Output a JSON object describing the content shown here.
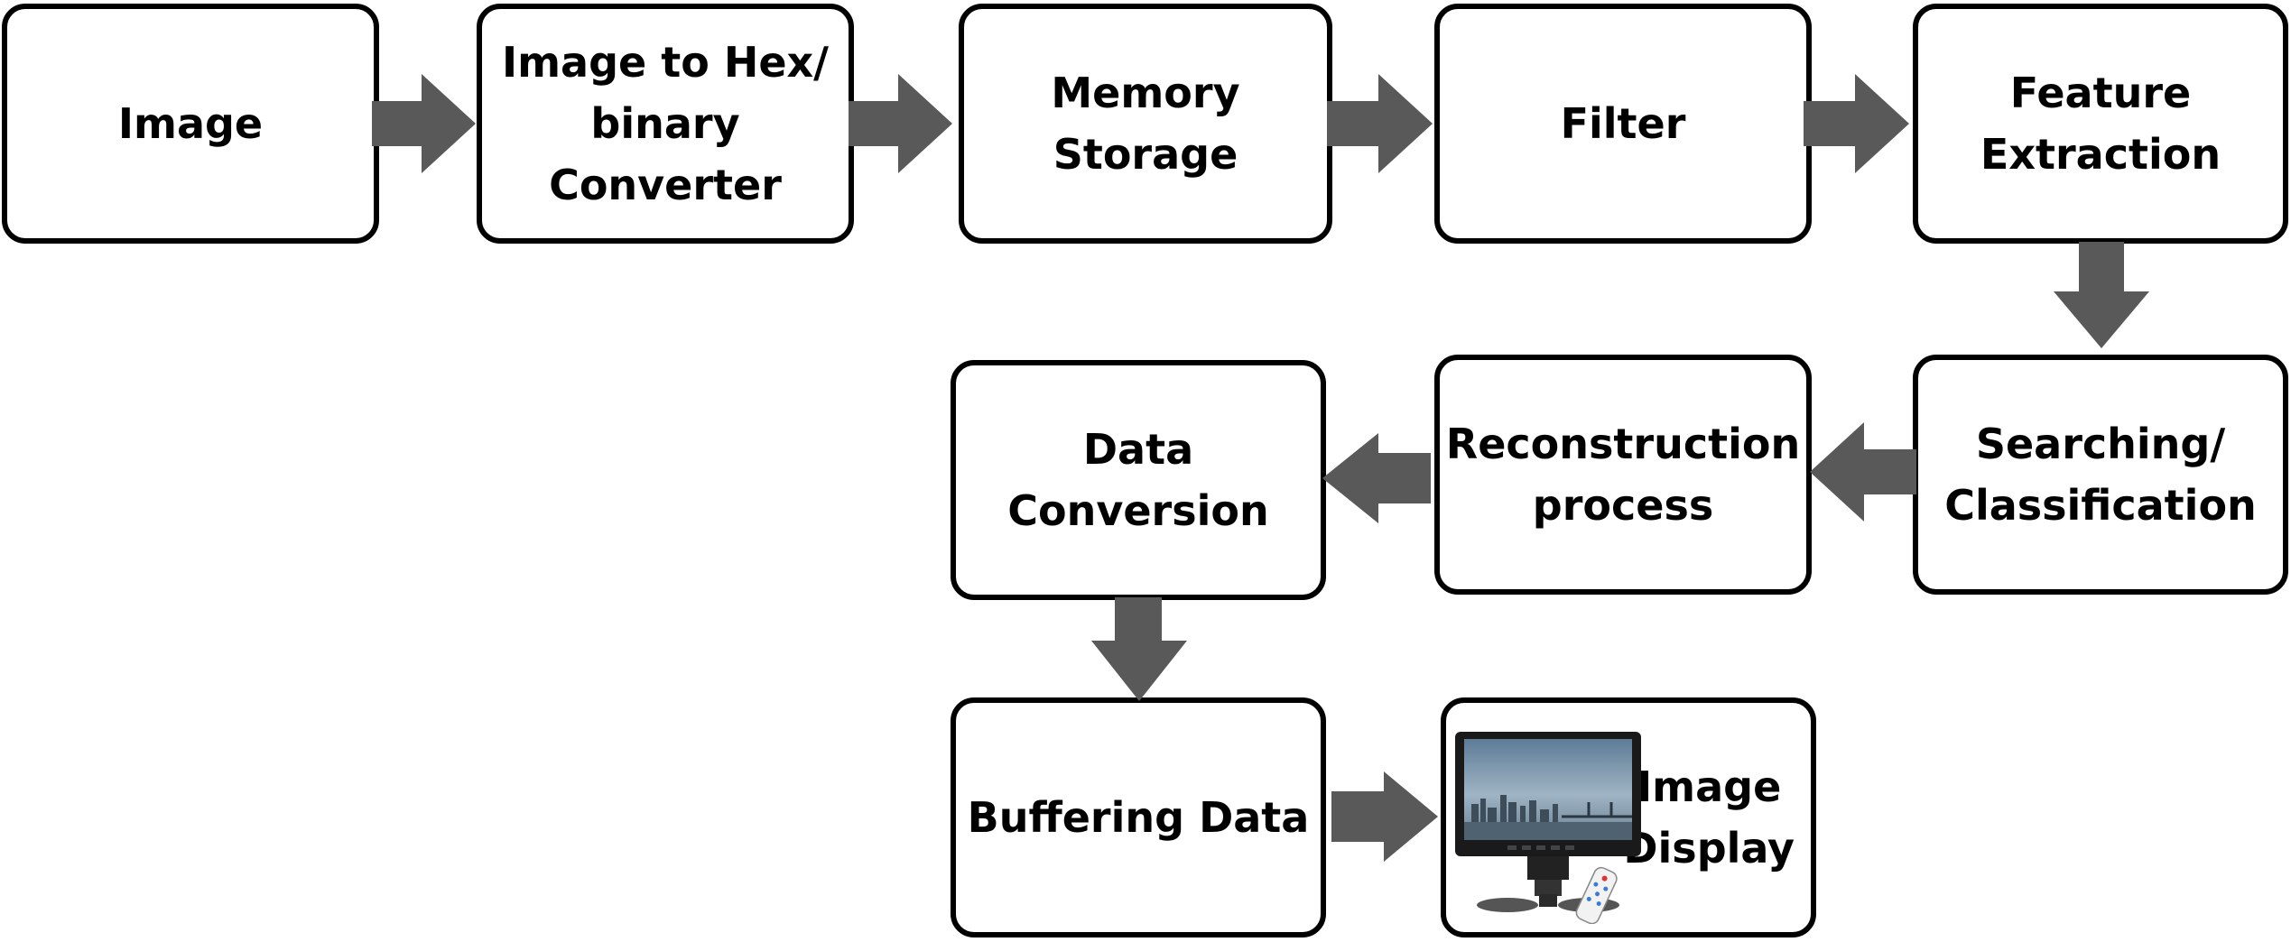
{
  "diagram": {
    "nodes": [
      {
        "id": "image",
        "label": "Image"
      },
      {
        "id": "converter",
        "label": "Image to Hex/\nbinary\nConverter"
      },
      {
        "id": "memory",
        "label": "Memory\nStorage"
      },
      {
        "id": "filter",
        "label": "Filter"
      },
      {
        "id": "feature",
        "label": "Feature\nExtraction"
      },
      {
        "id": "searching",
        "label": "Searching/\nClassification"
      },
      {
        "id": "reconstruction",
        "label": "Reconstruction\nprocess"
      },
      {
        "id": "data_conversion",
        "label": "Data\nConversion"
      },
      {
        "id": "buffering",
        "label": "Buffering Data"
      },
      {
        "id": "display",
        "label": "Image\nDisplay",
        "picture": "monitor-with-remote"
      }
    ],
    "edges": [
      {
        "from": "image",
        "to": "converter"
      },
      {
        "from": "converter",
        "to": "memory"
      },
      {
        "from": "memory",
        "to": "filter"
      },
      {
        "from": "filter",
        "to": "feature"
      },
      {
        "from": "feature",
        "to": "searching"
      },
      {
        "from": "searching",
        "to": "reconstruction"
      },
      {
        "from": "reconstruction",
        "to": "data_conversion"
      },
      {
        "from": "data_conversion",
        "to": "buffering"
      },
      {
        "from": "buffering",
        "to": "display"
      }
    ],
    "colors": {
      "box_border": "#000000",
      "arrow": "#595959",
      "text": "#000000"
    }
  }
}
